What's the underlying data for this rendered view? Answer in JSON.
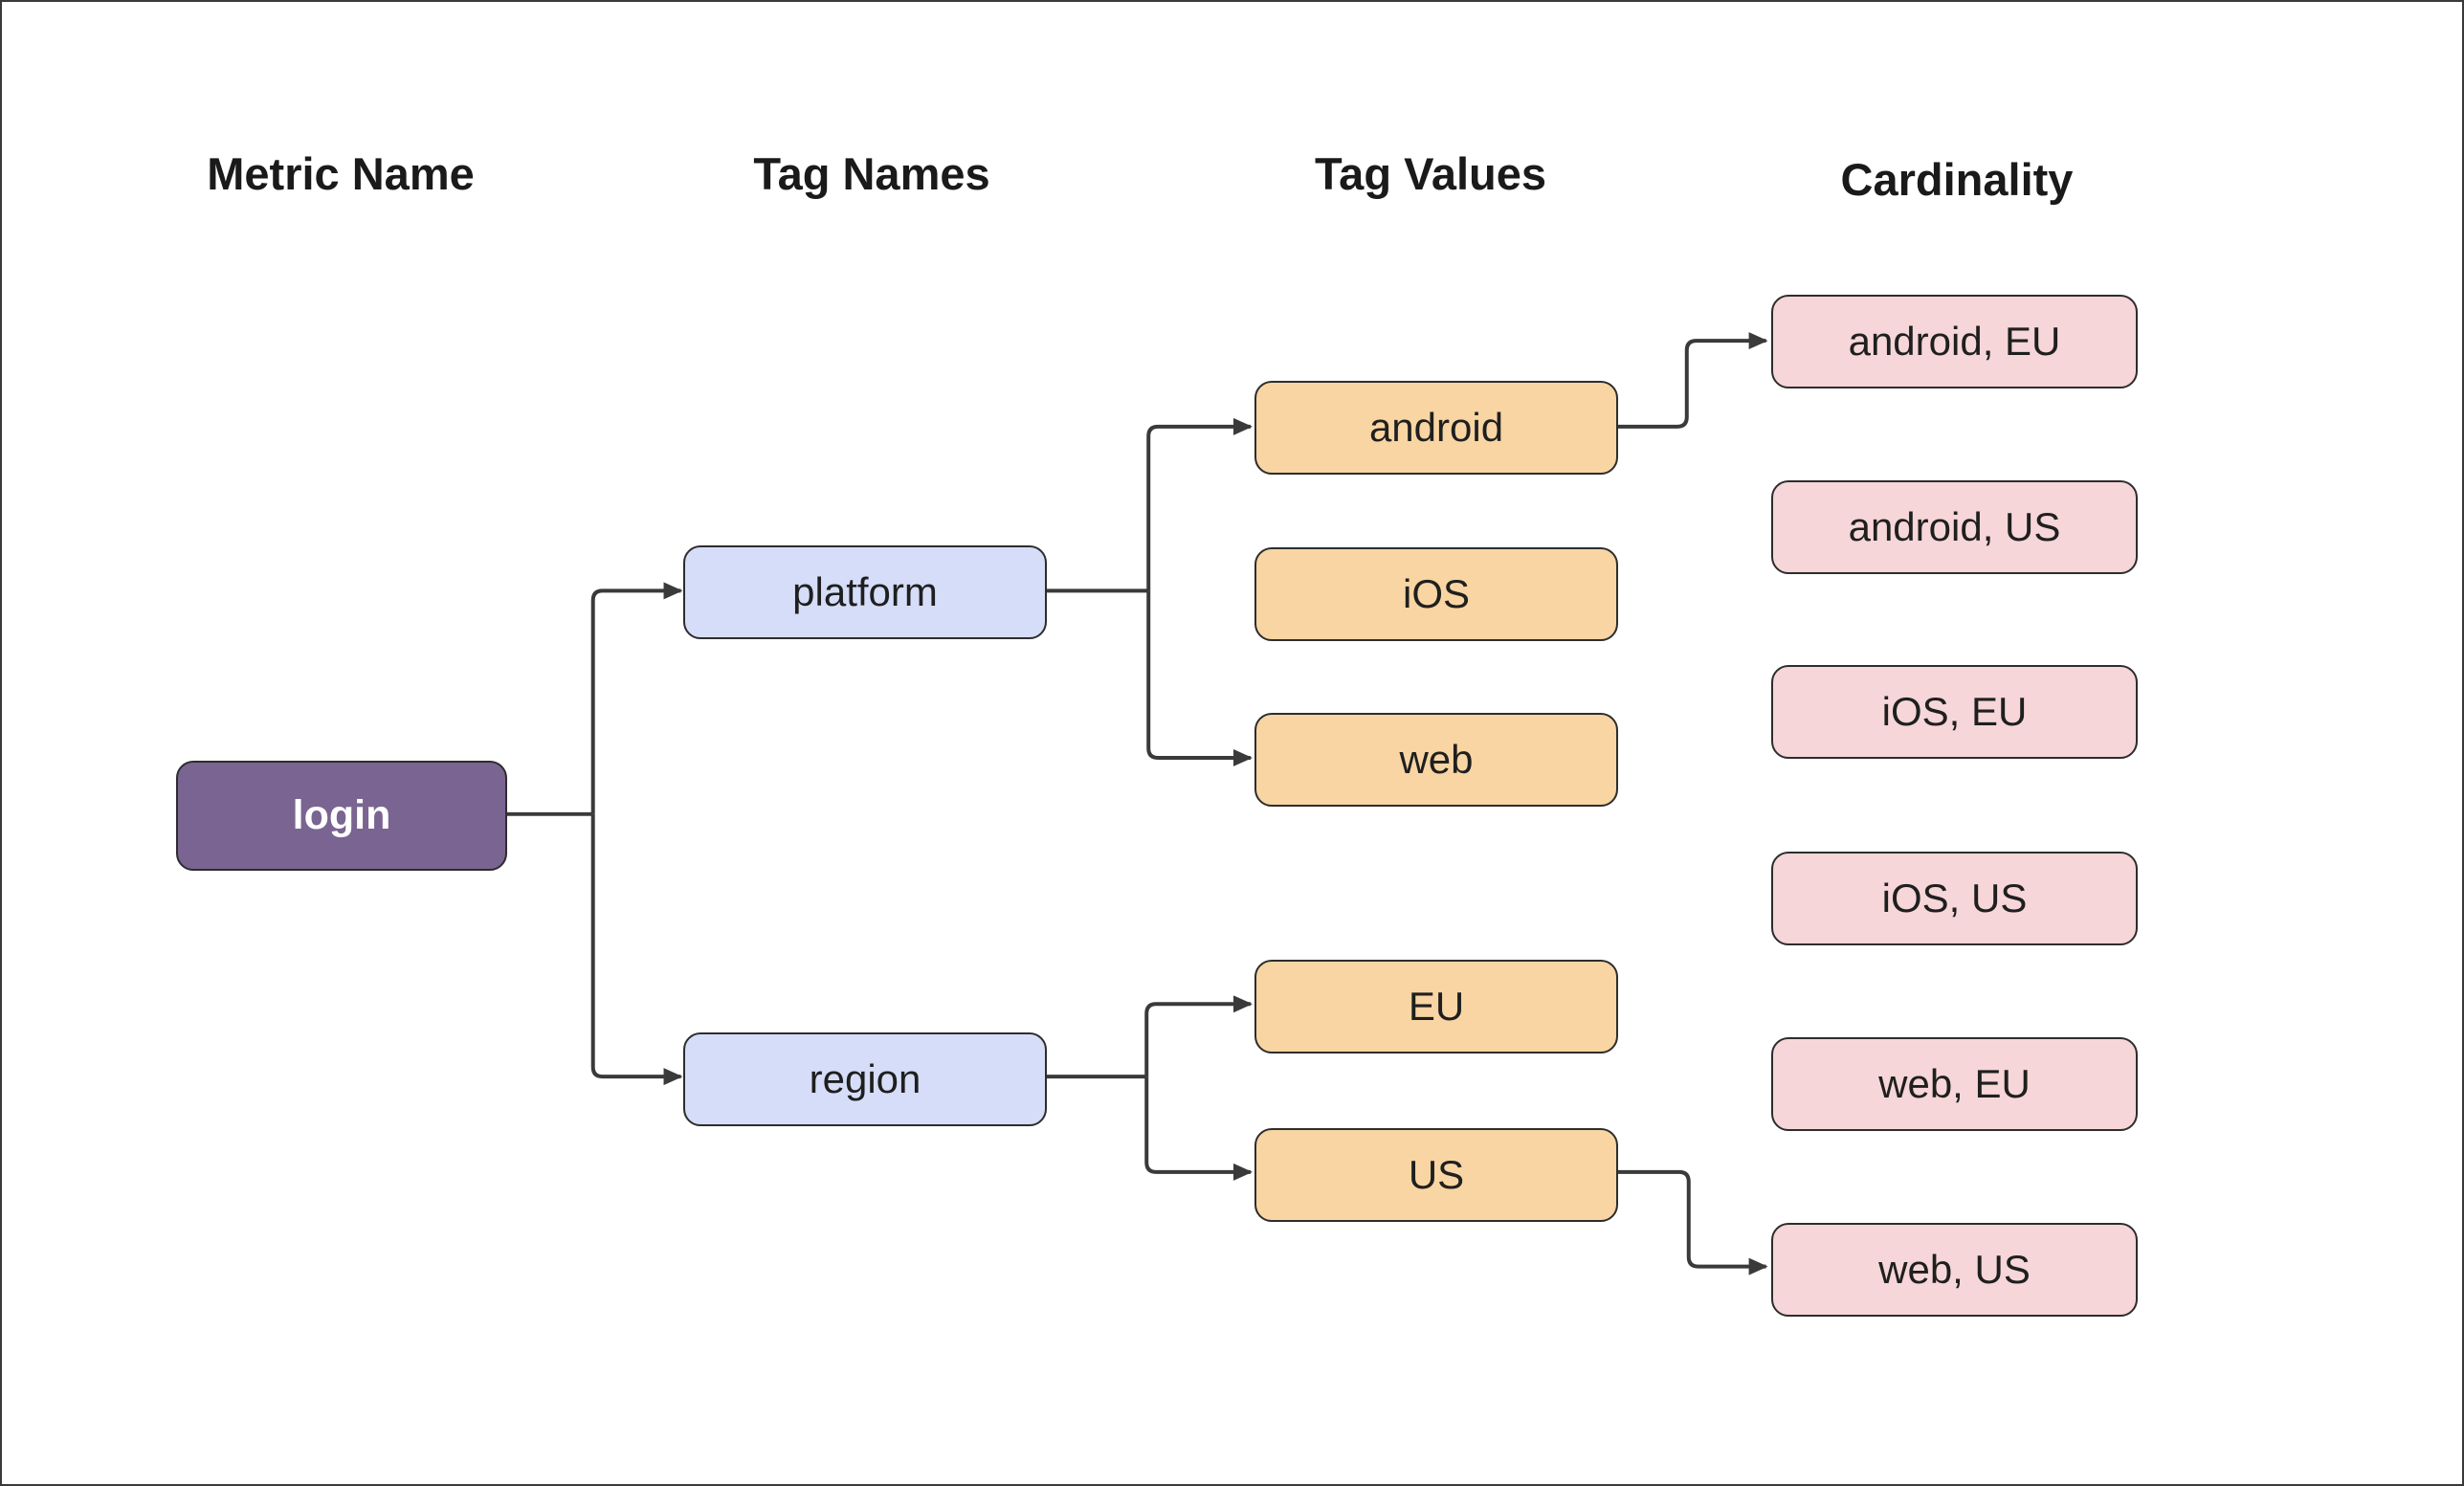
{
  "diagram": {
    "title": "metric tag cardinality fan-out diagram",
    "colors": {
      "background": "#ffffff",
      "frame_border": "#3a3a3a",
      "connector_line": "#3a3a3a",
      "node_border": "#2d2d2d",
      "metric_fill": "#7a6491",
      "metric_text": "#ffffff",
      "tag_name_fill": "#d6ddf8",
      "tag_value_fill": "#f8d5a2",
      "cardinality_fill": "#f6d6d8",
      "node_text": "#1f1f1f",
      "header_text": "#1a1a1a"
    },
    "columns": [
      {
        "label": "Metric Name"
      },
      {
        "label": "Tag Names"
      },
      {
        "label": "Tag Values"
      },
      {
        "label": "Cardinality"
      }
    ],
    "nodes": [
      {
        "id": "login",
        "label": "login",
        "column": "Metric Name",
        "fill": "#7a6491",
        "text_color": "#ffffff"
      },
      {
        "id": "platform",
        "label": "platform",
        "column": "Tag Names",
        "fill": "#d6ddf8",
        "text_color": "#1f1f1f"
      },
      {
        "id": "region",
        "label": "region",
        "column": "Tag Names",
        "fill": "#d6ddf8",
        "text_color": "#1f1f1f"
      },
      {
        "id": "android",
        "label": "android",
        "column": "Tag Values",
        "fill": "#f8d5a2",
        "text_color": "#1f1f1f"
      },
      {
        "id": "ios",
        "label": "iOS",
        "column": "Tag Values",
        "fill": "#f8d5a2",
        "text_color": "#1f1f1f"
      },
      {
        "id": "web",
        "label": "web",
        "column": "Tag Values",
        "fill": "#f8d5a2",
        "text_color": "#1f1f1f"
      },
      {
        "id": "eu",
        "label": "EU",
        "column": "Tag Values",
        "fill": "#f8d5a2",
        "text_color": "#1f1f1f"
      },
      {
        "id": "us",
        "label": "US",
        "column": "Tag Values",
        "fill": "#f8d5a2",
        "text_color": "#1f1f1f"
      },
      {
        "id": "android-eu",
        "label": "android, EU",
        "column": "Cardinality",
        "fill": "#f6d6d8",
        "text_color": "#1f1f1f"
      },
      {
        "id": "android-us",
        "label": "android, US",
        "column": "Cardinality",
        "fill": "#f6d6d8",
        "text_color": "#1f1f1f"
      },
      {
        "id": "ios-eu",
        "label": "iOS, EU",
        "column": "Cardinality",
        "fill": "#f6d6d8",
        "text_color": "#1f1f1f"
      },
      {
        "id": "ios-us",
        "label": "iOS, US",
        "column": "Cardinality",
        "fill": "#f6d6d8",
        "text_color": "#1f1f1f"
      },
      {
        "id": "web-eu",
        "label": "web, EU",
        "column": "Cardinality",
        "fill": "#f6d6d8",
        "text_color": "#1f1f1f"
      },
      {
        "id": "web-us",
        "label": "web, US",
        "column": "Cardinality",
        "fill": "#f6d6d8",
        "text_color": "#1f1f1f"
      }
    ],
    "edges": [
      {
        "from": "login",
        "to": "platform"
      },
      {
        "from": "login",
        "to": "region"
      },
      {
        "from": "platform",
        "to": "android"
      },
      {
        "from": "platform",
        "to": "web"
      },
      {
        "from": "region",
        "to": "EU"
      },
      {
        "from": "region",
        "to": "US"
      },
      {
        "from": "android",
        "to": "android, EU"
      },
      {
        "from": "US",
        "to": "web, US"
      }
    ]
  }
}
